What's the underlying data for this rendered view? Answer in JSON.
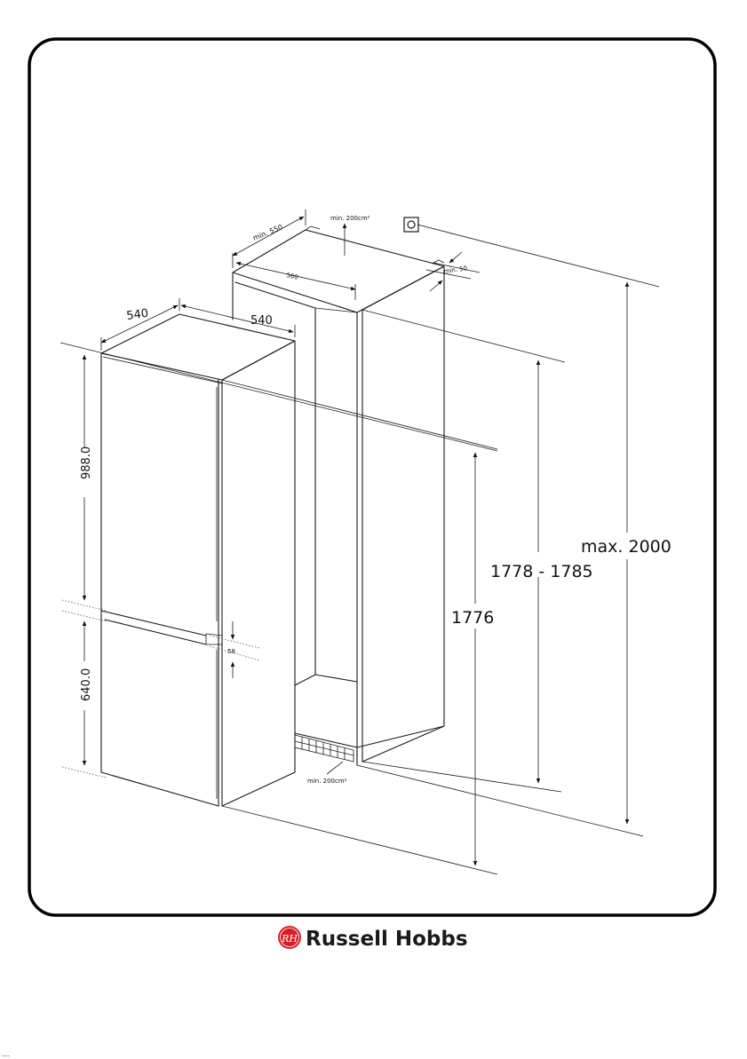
{
  "dimensions": {
    "fridge_width": "540",
    "fridge_depth": "540",
    "upper_door_height": "988.0",
    "lower_door_height": "640.0",
    "door_gap": "58",
    "fridge_height": "1776",
    "niche_height": "1778 - 1785",
    "max_height": "max. 2000",
    "niche_depth_min": "min. 550",
    "niche_width": "560",
    "top_clearance": "min. 50",
    "vent_top": "min. 200cm²",
    "vent_bottom": "min. 200cm²"
  },
  "brand": {
    "name": "Russell Hobbs",
    "logo_letters": "RH"
  },
  "footer": {
    "page_marker": "----"
  },
  "colors": {
    "line": "#1a1a1a",
    "brand_red": "#d71f26",
    "frame": "#000000"
  }
}
